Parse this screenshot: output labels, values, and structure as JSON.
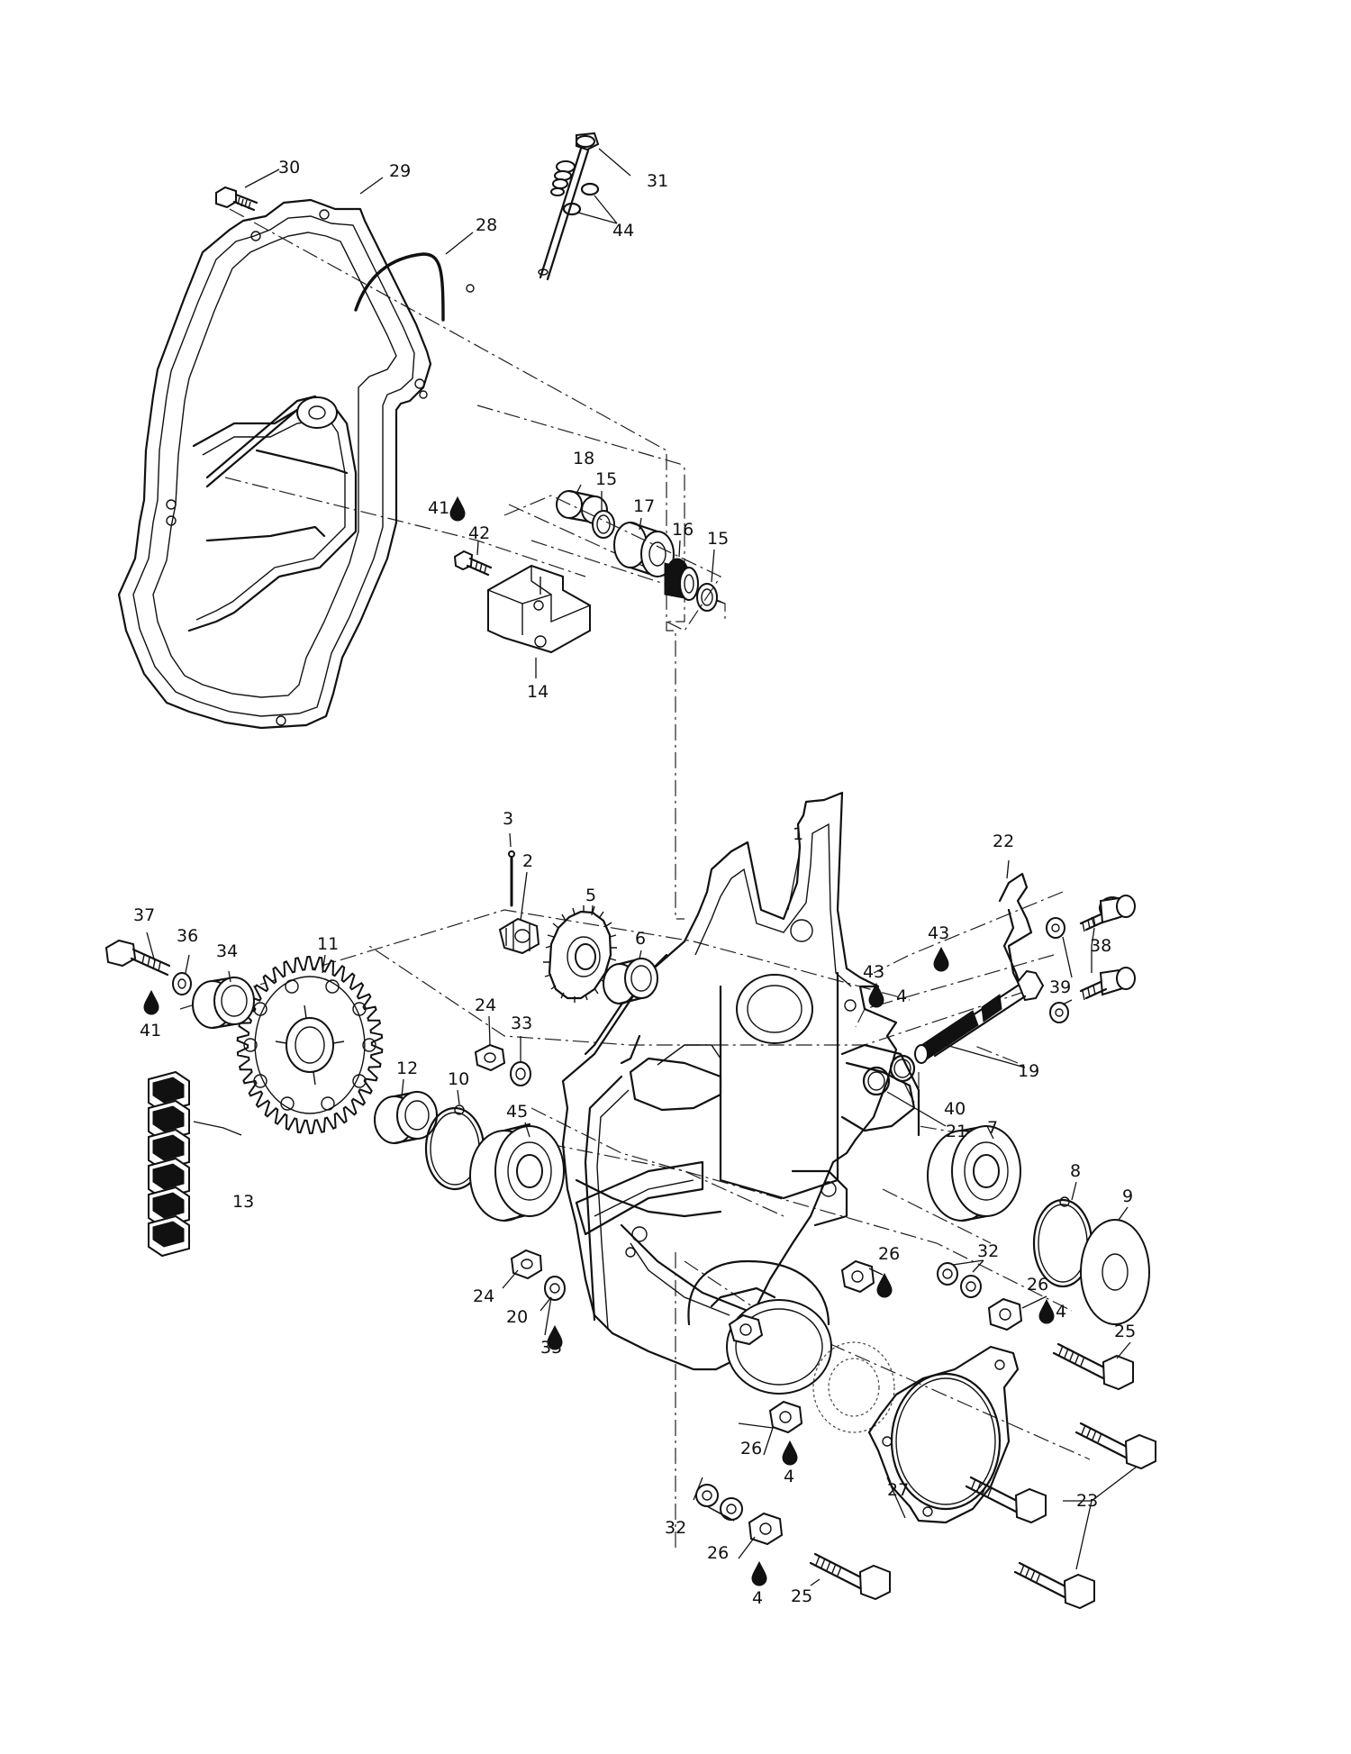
{
  "callouts": [
    {
      "id": "c1",
      "text": "1"
    },
    {
      "id": "c2",
      "text": "2"
    },
    {
      "id": "c3",
      "text": "3"
    },
    {
      "id": "c4a",
      "text": "4"
    },
    {
      "id": "c4b",
      "text": "4"
    },
    {
      "id": "c4c",
      "text": "4"
    },
    {
      "id": "c4d",
      "text": "4"
    },
    {
      "id": "c5",
      "text": "5"
    },
    {
      "id": "c6",
      "text": "6"
    },
    {
      "id": "c7",
      "text": "7"
    },
    {
      "id": "c8",
      "text": "8"
    },
    {
      "id": "c9",
      "text": "9"
    },
    {
      "id": "c10",
      "text": "10"
    },
    {
      "id": "c11",
      "text": "11"
    },
    {
      "id": "c12",
      "text": "12"
    },
    {
      "id": "c13",
      "text": "13"
    },
    {
      "id": "c14",
      "text": "14"
    },
    {
      "id": "c15a",
      "text": "15"
    },
    {
      "id": "c15b",
      "text": "15"
    },
    {
      "id": "c16",
      "text": "16"
    },
    {
      "id": "c17",
      "text": "17"
    },
    {
      "id": "c18",
      "text": "18"
    },
    {
      "id": "c19",
      "text": "19"
    },
    {
      "id": "c20",
      "text": "20"
    },
    {
      "id": "c21",
      "text": "21"
    },
    {
      "id": "c22",
      "text": "22"
    },
    {
      "id": "c23",
      "text": "23"
    },
    {
      "id": "c24a",
      "text": "24"
    },
    {
      "id": "c24b",
      "text": "24"
    },
    {
      "id": "c25a",
      "text": "25"
    },
    {
      "id": "c25b",
      "text": "25"
    },
    {
      "id": "c26a",
      "text": "26"
    },
    {
      "id": "c26b",
      "text": "26"
    },
    {
      "id": "c26c",
      "text": "26"
    },
    {
      "id": "c26d",
      "text": "26"
    },
    {
      "id": "c27",
      "text": "27"
    },
    {
      "id": "c28",
      "text": "28"
    },
    {
      "id": "c29",
      "text": "29"
    },
    {
      "id": "c30",
      "text": "30"
    },
    {
      "id": "c31",
      "text": "31"
    },
    {
      "id": "c32a",
      "text": "32"
    },
    {
      "id": "c32b",
      "text": "32"
    },
    {
      "id": "c33",
      "text": "33"
    },
    {
      "id": "c34",
      "text": "34"
    },
    {
      "id": "c35",
      "text": "35"
    },
    {
      "id": "c36",
      "text": "36"
    },
    {
      "id": "c37",
      "text": "37"
    },
    {
      "id": "c38",
      "text": "38"
    },
    {
      "id": "c39",
      "text": "39"
    },
    {
      "id": "c40",
      "text": "40"
    },
    {
      "id": "c41a",
      "text": "41"
    },
    {
      "id": "c41b",
      "text": "41"
    },
    {
      "id": "c42",
      "text": "42"
    },
    {
      "id": "c43a",
      "text": "43"
    },
    {
      "id": "c43b",
      "text": "43"
    },
    {
      "id": "c44",
      "text": "44"
    },
    {
      "id": "c45",
      "text": "45"
    }
  ],
  "symbols": {
    "lubricant_drop": "lubricant-drop-icon"
  }
}
